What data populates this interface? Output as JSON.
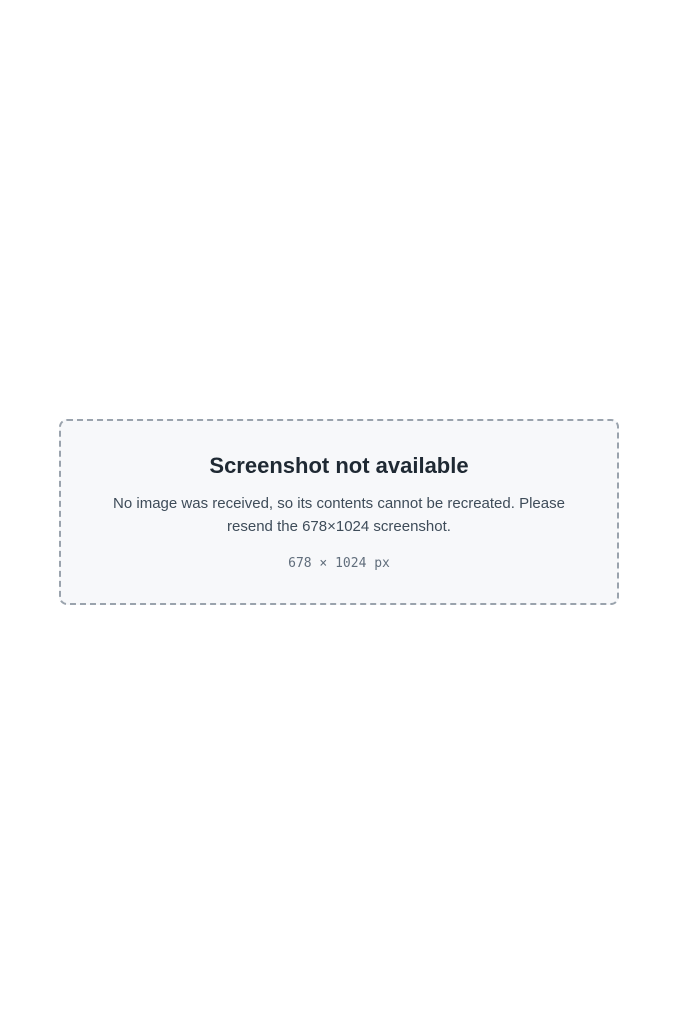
{
  "placeholder": {
    "title": "Screenshot not available",
    "message": "No image was received, so its contents cannot be recreated. Please resend the 678×1024 screenshot.",
    "dimensions": "678 × 1024 px"
  }
}
